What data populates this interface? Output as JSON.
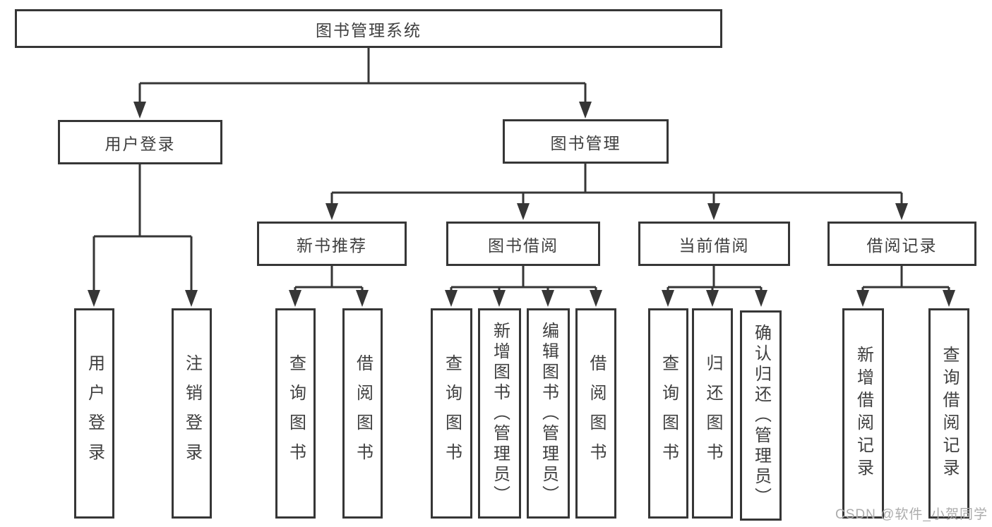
{
  "tree": {
    "root": {
      "label": "图书管理系统"
    },
    "branches": [
      {
        "label": "用户登录",
        "children": [
          {
            "label": "用户登录"
          },
          {
            "label": "注销登录"
          }
        ]
      },
      {
        "label": "图书管理",
        "children": [
          {
            "label": "新书推荐",
            "children": [
              {
                "label": "查询图书"
              },
              {
                "label": "借阅图书"
              }
            ]
          },
          {
            "label": "图书借阅",
            "children": [
              {
                "label": "查询图书"
              },
              {
                "label": "新增图书（管理员）"
              },
              {
                "label": "编辑图书（管理员）"
              },
              {
                "label": "借阅图书"
              }
            ]
          },
          {
            "label": "当前借阅",
            "children": [
              {
                "label": "查询图书"
              },
              {
                "label": "归还图书"
              },
              {
                "label": "确认归还（管理员）"
              }
            ]
          },
          {
            "label": "借阅记录",
            "children": [
              {
                "label": "新增借阅记录"
              },
              {
                "label": "查询借阅记录"
              }
            ]
          }
        ]
      }
    ]
  },
  "watermark": {
    "text": "CSDN @软件_小贺同学"
  },
  "colors": {
    "line": "#363636",
    "text": "#3f3f3f",
    "watermark": "#acacac",
    "background": "#ffffff"
  }
}
